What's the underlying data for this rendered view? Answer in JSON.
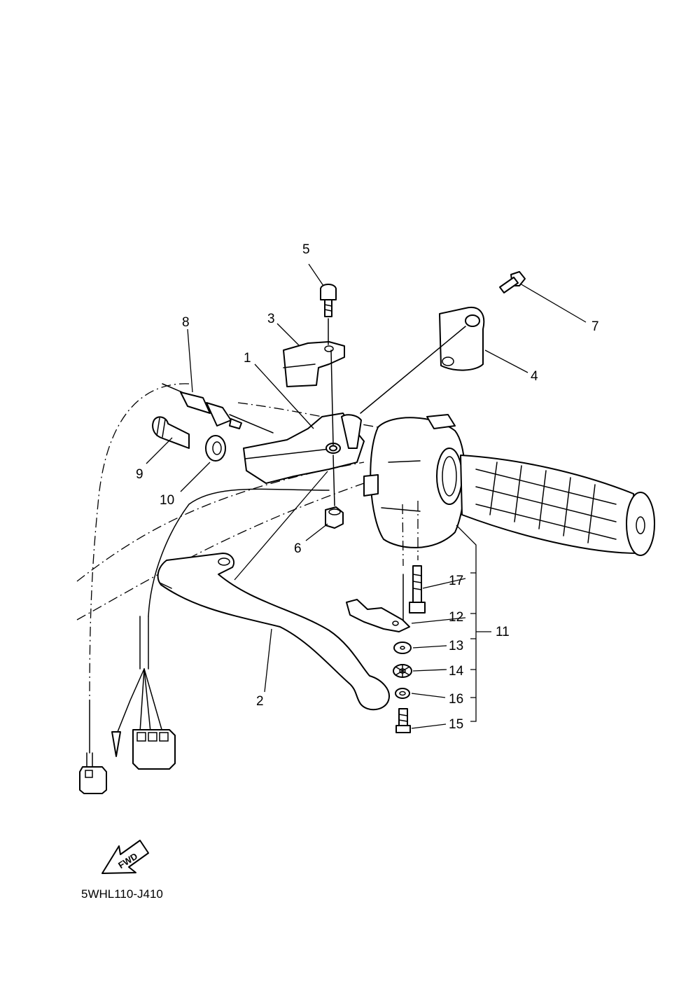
{
  "diagram": {
    "drawing_code": "5WHL110-J410",
    "direction_label": "FWD",
    "callouts": [
      {
        "id": "p1",
        "label": "1"
      },
      {
        "id": "p2",
        "label": "2"
      },
      {
        "id": "p3",
        "label": "3"
      },
      {
        "id": "p4",
        "label": "4"
      },
      {
        "id": "p5",
        "label": "5"
      },
      {
        "id": "p6",
        "label": "6"
      },
      {
        "id": "p7",
        "label": "7"
      },
      {
        "id": "p8",
        "label": "8"
      },
      {
        "id": "p9",
        "label": "9"
      },
      {
        "id": "p10",
        "label": "10"
      },
      {
        "id": "p11",
        "label": "11"
      },
      {
        "id": "p12",
        "label": "12"
      },
      {
        "id": "p13",
        "label": "13"
      },
      {
        "id": "p14",
        "label": "14"
      },
      {
        "id": "p15",
        "label": "15"
      },
      {
        "id": "p16",
        "label": "16"
      },
      {
        "id": "p17",
        "label": "17"
      }
    ]
  }
}
